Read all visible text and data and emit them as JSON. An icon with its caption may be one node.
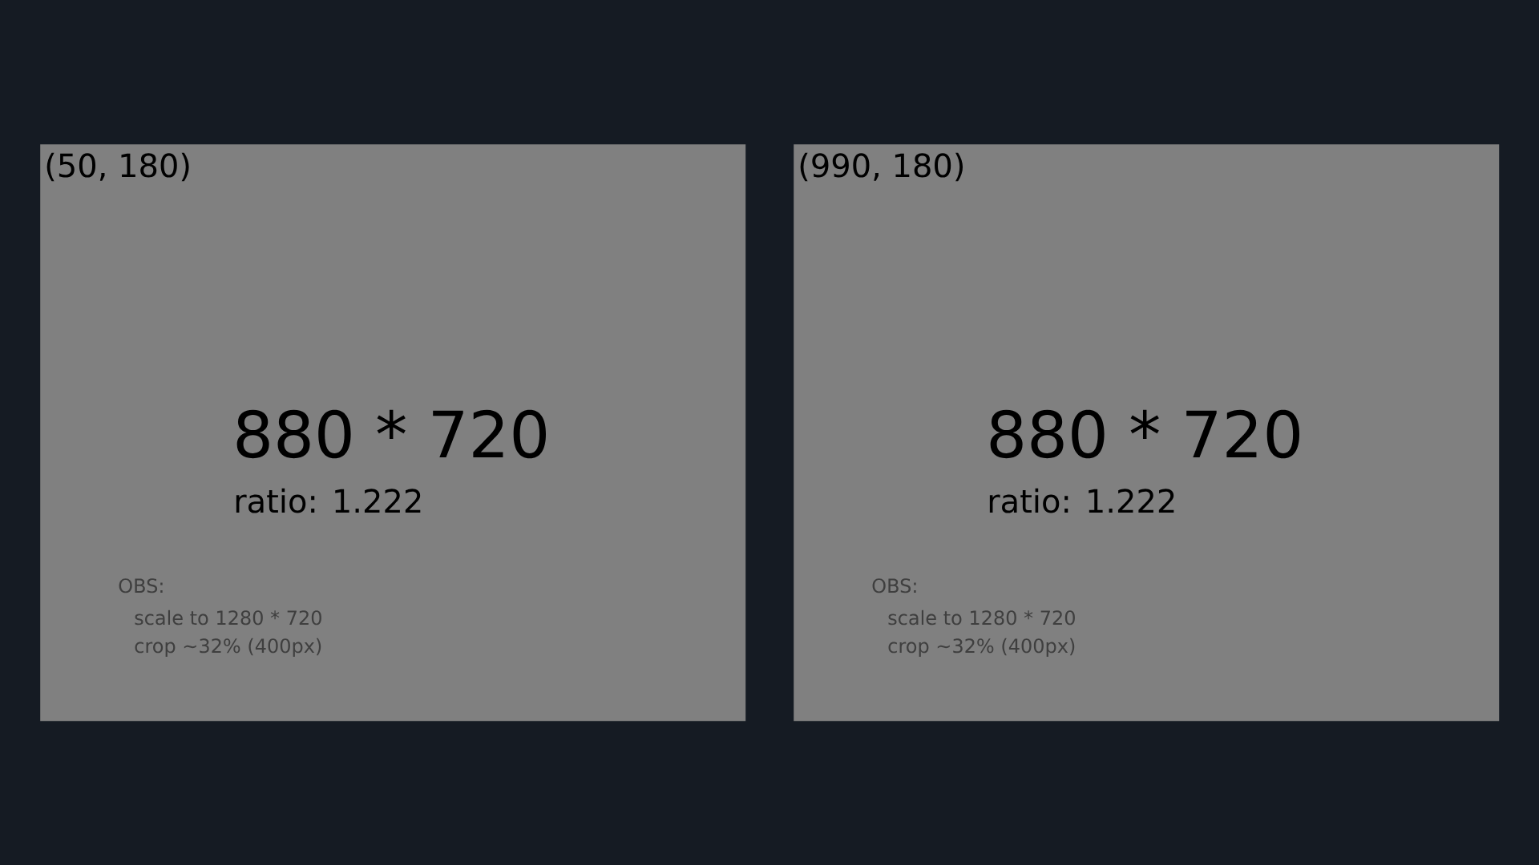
{
  "diagram": {
    "nodes": [
      {
        "text": [
          "(50, 180)",
          "880 * 720",
          "ratio: 1.222",
          "OBS:",
          "scale to 1280 * 720",
          "crop ~32% (400px)"
        ]
      },
      {
        "text": [
          "(990, 180)",
          "880 * 720",
          "ratio: 1.222",
          "OBS:",
          "scale to 1280 * 720",
          "crop ~32% (400px)"
        ]
      }
    ]
  }
}
